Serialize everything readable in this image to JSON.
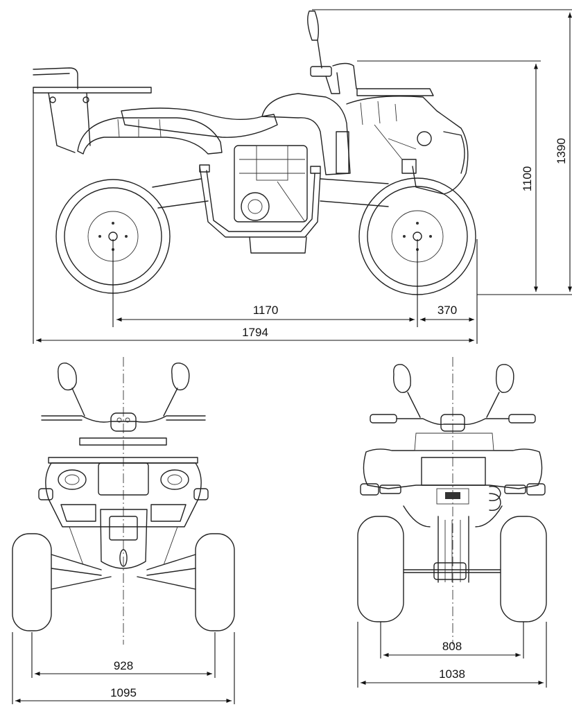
{
  "dimensions": {
    "side": {
      "wheelbase": "1170",
      "front_overhang": "370",
      "overall_length": "1794",
      "seat_height": "1100",
      "overall_height": "1390"
    },
    "front": {
      "track": "928",
      "overall_width": "1095"
    },
    "rear": {
      "track": "808",
      "overall_width": "1038"
    }
  }
}
